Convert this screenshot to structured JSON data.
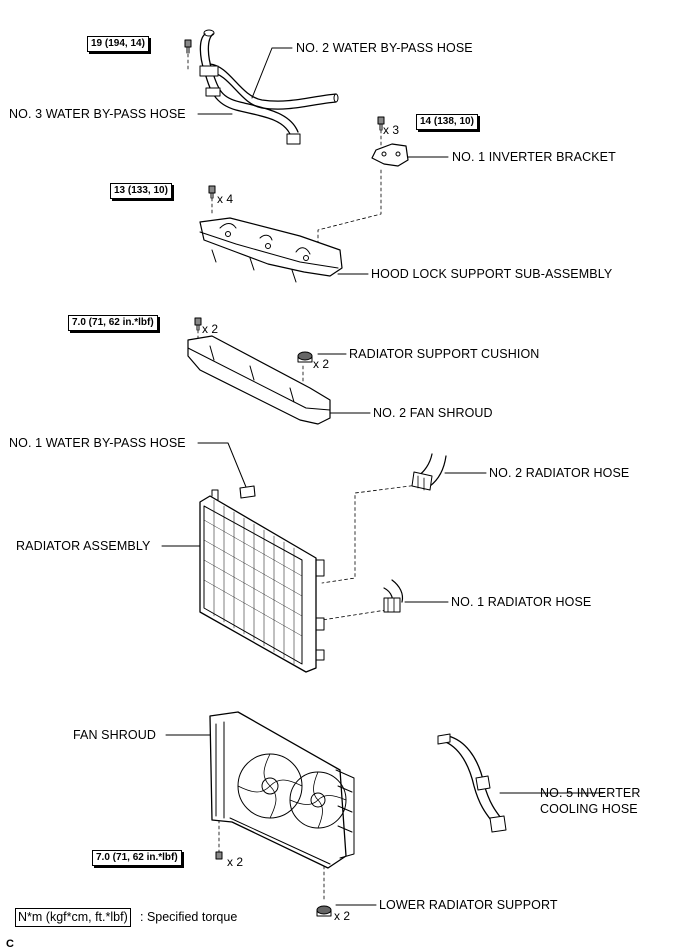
{
  "torque_specs": {
    "bypass_hose_bolt": "19 (194, 14)",
    "inverter_bracket_bolt": "14 (138, 10)",
    "hood_lock_bolt": "13 (133, 10)",
    "fan_shroud_no2_bolt": "7.0 (71, 62 in.*lbf)",
    "fan_shroud_bolt": "7.0 (71, 62 in.*lbf)"
  },
  "quantities": {
    "inverter_bracket": "x 3",
    "hood_lock": "x 4",
    "fan_shroud_no2": "x 2",
    "radiator_support_cushion": "x 2",
    "fan_shroud": "x 2",
    "lower_radiator_support": "x 2"
  },
  "labels": {
    "no2_water_bypass_hose": "NO. 2 WATER BY-PASS HOSE",
    "no3_water_bypass_hose": "NO. 3 WATER BY-PASS HOSE",
    "no1_inverter_bracket": "NO. 1 INVERTER BRACKET",
    "hood_lock_support": "HOOD LOCK SUPPORT SUB-ASSEMBLY",
    "radiator_support_cushion": "RADIATOR SUPPORT CUSHION",
    "no2_fan_shroud": "NO. 2 FAN SHROUD",
    "no1_water_bypass_hose": "NO. 1 WATER BY-PASS HOSE",
    "no2_radiator_hose": "NO. 2 RADIATOR HOSE",
    "radiator_assembly": "RADIATOR ASSEMBLY",
    "no1_radiator_hose": "NO. 1 RADIATOR HOSE",
    "fan_shroud": "FAN SHROUD",
    "no5_inverter_cooling_hose_line1": "NO. 5 INVERTER",
    "no5_inverter_cooling_hose_line2": "COOLING HOSE",
    "lower_radiator_support": "LOWER RADIATOR SUPPORT"
  },
  "legend": {
    "unit": "N*m (kgf*cm, ft.*lbf)",
    "text": ": Specified torque"
  },
  "figure_code": "C"
}
